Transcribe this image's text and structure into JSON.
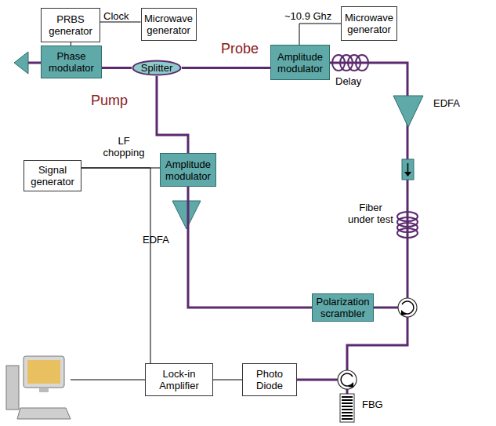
{
  "diagram": {
    "nodes": [
      {
        "text": [
          "PRBS generator"
        ]
      },
      {
        "text": [
          "Microwave generator"
        ]
      },
      {
        "text": [
          "Microwave generator"
        ]
      },
      {
        "text": [
          "Phase modulator"
        ]
      },
      {
        "text": [
          "Splitter"
        ]
      },
      {
        "text": [
          "Amplitude modulator"
        ]
      },
      {
        "text": [
          "Signal generator"
        ]
      },
      {
        "text": [
          "Amplitude modulator"
        ]
      },
      {
        "text": [
          "Polarization scrambler"
        ]
      },
      {
        "text": [
          "Lock-in Amplifier"
        ]
      },
      {
        "text": [
          "Photo Diode"
        ]
      }
    ],
    "edges": [
      {
        "from": 0,
        "to": 3,
        "arrow": "none"
      },
      {
        "from": 0,
        "to": 1,
        "arrow": "none"
      },
      {
        "from": 2,
        "to": 5,
        "arrow": "none"
      },
      {
        "from": 3,
        "to": 4,
        "arrow": "none"
      },
      {
        "from": 4,
        "to": 5,
        "arrow": "none"
      },
      {
        "from": 4,
        "to": 7,
        "arrow": "none"
      },
      {
        "from": 6,
        "to": 7,
        "arrow": "none"
      },
      {
        "from": 6,
        "to": 9,
        "arrow": "none"
      },
      {
        "from": 7,
        "to": 8,
        "arrow": "none"
      },
      {
        "from": 9,
        "to": 10,
        "arrow": "none"
      }
    ],
    "labels": [
      "Clock",
      "~10.9 Ghz",
      "Probe",
      "Delay",
      "EDFA",
      "Pump",
      "LF chopping",
      "EDFA",
      "Fiber under test",
      "FBG"
    ]
  }
}
